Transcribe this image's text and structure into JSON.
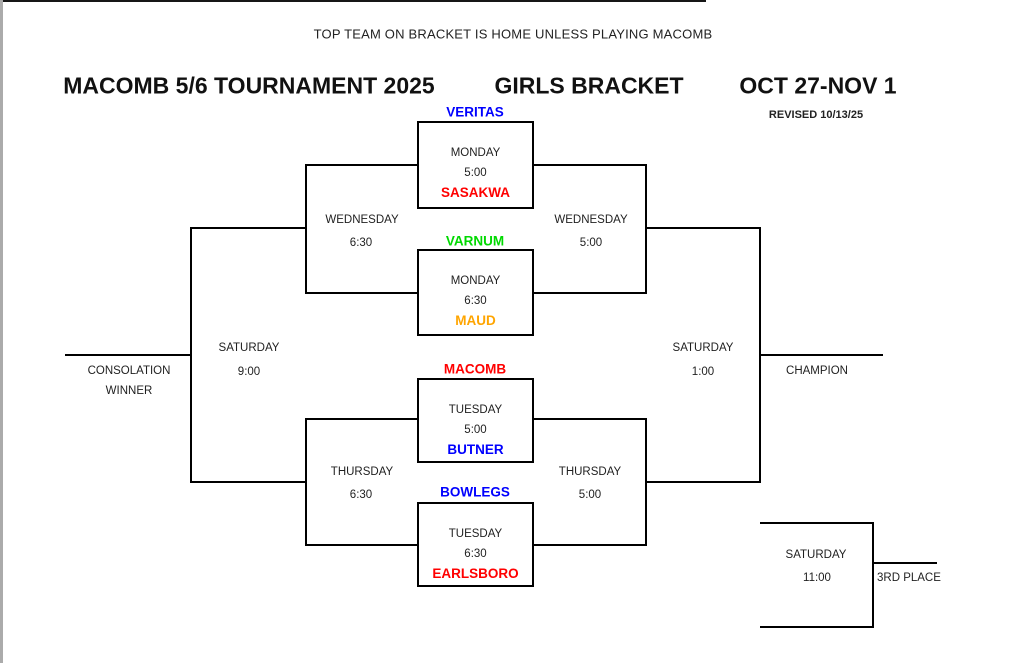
{
  "header": {
    "notice": "TOP TEAM ON BRACKET IS HOME UNLESS PLAYING MACOMB",
    "title": "MACOMB 5/6 TOURNAMENT 2025",
    "bracket_name": "GIRLS BRACKET",
    "dates": "OCT 27-NOV 1",
    "revised": "REVISED 10/13/25"
  },
  "colors": {
    "line": "#000000",
    "label_text": "#1f1f1f",
    "team_blue": "#0000ff",
    "team_red": "#ff0000",
    "team_green": "#00d900",
    "team_orange": "#ffa500"
  },
  "round1": [
    {
      "home": "VERITAS",
      "home_color": "#0000ff",
      "away": "SASAKWA",
      "away_color": "#ff0000",
      "day": "MONDAY",
      "time": "5:00"
    },
    {
      "home": "VARNUM",
      "home_color": "#00d900",
      "away": "MAUD",
      "away_color": "#ffa500",
      "day": "MONDAY",
      "time": "6:30"
    },
    {
      "home": "MACOMB",
      "home_color": "#ff0000",
      "away": "BUTNER",
      "away_color": "#0000ff",
      "day": "TUESDAY",
      "time": "5:00"
    },
    {
      "home": "BOWLEGS",
      "home_color": "#0000ff",
      "away": "EARLSBORO",
      "away_color": "#ff0000",
      "day": "TUESDAY",
      "time": "6:30"
    }
  ],
  "semifinals": {
    "consolation_top": {
      "day": "WEDNESDAY",
      "time": "6:30"
    },
    "championship_top": {
      "day": "WEDNESDAY",
      "time": "5:00"
    },
    "consolation_bottom": {
      "day": "THURSDAY",
      "time": "6:30"
    },
    "championship_bottom": {
      "day": "THURSDAY",
      "time": "5:00"
    }
  },
  "finals": {
    "consolation": {
      "day": "SATURDAY",
      "time": "9:00",
      "winner_line1": "CONSOLATION",
      "winner_line2": "WINNER"
    },
    "championship": {
      "day": "SATURDAY",
      "time": "1:00",
      "winner_label": "CHAMPION"
    },
    "third_place": {
      "day": "SATURDAY",
      "time": "11:00",
      "winner_label": "3RD PLACE"
    }
  }
}
